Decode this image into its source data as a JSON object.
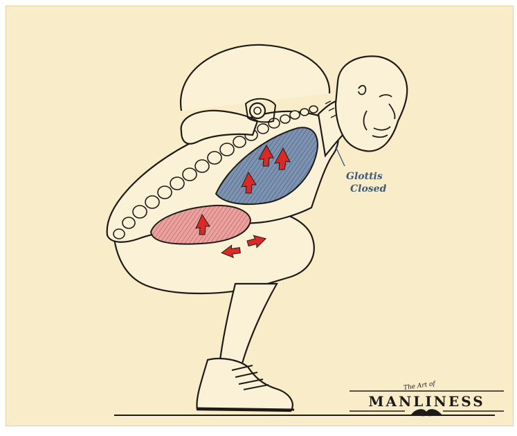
{
  "annotation": {
    "line1": "Glottis",
    "line2": "Closed"
  },
  "logo": {
    "small_text": "The Art of",
    "word": "MANLINESS"
  },
  "colors": {
    "background": "#f9ecc9",
    "ink": "#1e1a17",
    "chest_fill": "#6f86a6",
    "abdomen_fill": "#dd8b89",
    "arrow": "#d92a26",
    "label": "#3f5a78"
  }
}
